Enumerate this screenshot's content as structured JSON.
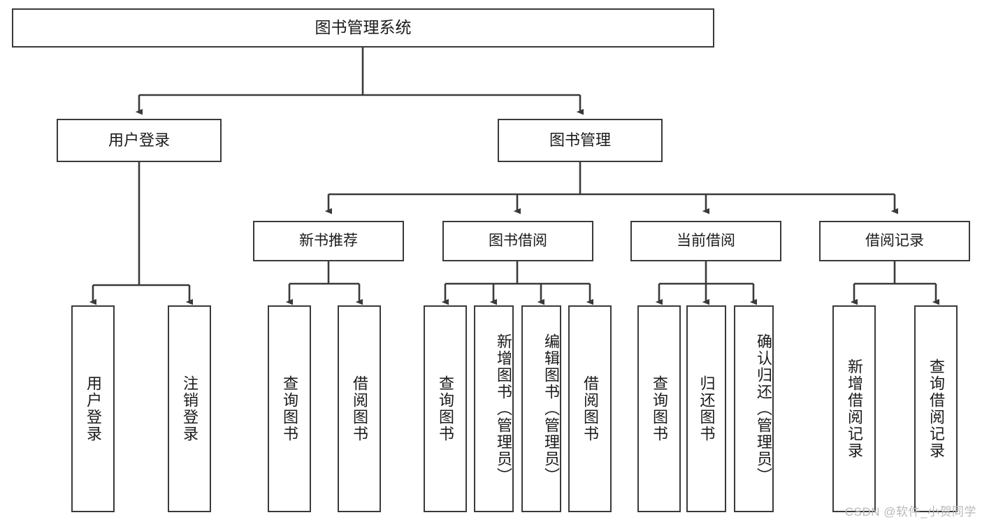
{
  "diagram": {
    "title": "图书管理系统",
    "type": "tree-hierarchy-chart",
    "root": {
      "label": "图书管理系统"
    },
    "level2": [
      {
        "label": "用户登录"
      },
      {
        "label": "图书管理"
      }
    ],
    "level3": [
      {
        "label": "新书推荐"
      },
      {
        "label": "图书借阅"
      },
      {
        "label": "当前借阅"
      },
      {
        "label": "借阅记录"
      }
    ],
    "leaves": {
      "user_login": [
        {
          "label": "用户登录"
        },
        {
          "label": "注销登录"
        }
      ],
      "new_book_recommend": [
        {
          "label": "查询图书"
        },
        {
          "label": "借阅图书"
        }
      ],
      "book_borrow": [
        {
          "label": "查询图书"
        },
        {
          "label": "新增图书（管理员）"
        },
        {
          "label": "编辑图书（管理员）"
        },
        {
          "label": "借阅图书"
        }
      ],
      "current_borrow": [
        {
          "label": "查询图书"
        },
        {
          "label": "归还图书"
        },
        {
          "label": "确认归还（管理员）"
        }
      ],
      "borrow_record": [
        {
          "label": "新增借阅记录"
        },
        {
          "label": "查询借阅记录"
        }
      ]
    }
  },
  "watermark": {
    "text": "CSDN @软件_小贺同学"
  },
  "colors": {
    "stroke": "#3a3a3a",
    "text": "#1b1b1b",
    "background": "#ffffff",
    "watermark": "#b9b9b9"
  }
}
